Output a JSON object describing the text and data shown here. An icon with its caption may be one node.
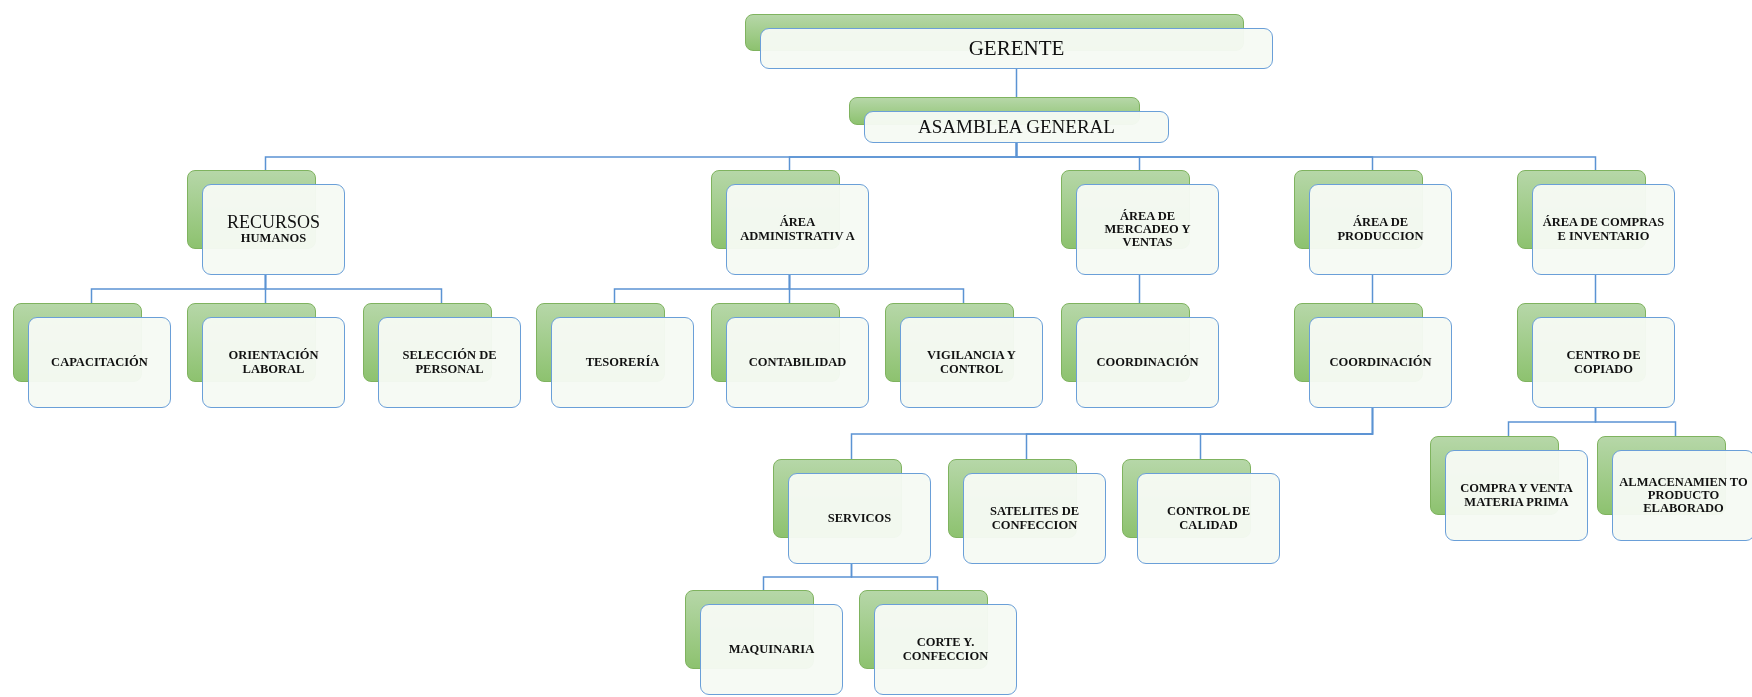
{
  "diagram": {
    "nodes": [
      {
        "text": [
          "GERENTE"
        ]
      },
      {
        "text": [
          "ASAMBLEA GENERAL"
        ]
      },
      {
        "text": [
          "RECURSOS",
          "HUMANOS"
        ]
      },
      {
        "text": [
          "ÁREA ADMINISTRATIV A"
        ]
      },
      {
        "text": [
          "ÁREA DE MERCADEO Y VENTAS"
        ]
      },
      {
        "text": [
          "ÁREA DE PRODUCCION"
        ]
      },
      {
        "text": [
          "ÁREA DE COMPRAS E INVENTARIO"
        ]
      },
      {
        "text": [
          "CAPACITACIÓN"
        ]
      },
      {
        "text": [
          "ORIENTACIÓN LABORAL"
        ]
      },
      {
        "text": [
          "SELECCIÓN DE PERSONAL"
        ]
      },
      {
        "text": [
          "TESORERÍA"
        ]
      },
      {
        "text": [
          "CONTABILIDAD"
        ]
      },
      {
        "text": [
          "VIGILANCIA Y CONTROL"
        ]
      },
      {
        "text": [
          "COORDINACIÓN"
        ]
      },
      {
        "text": [
          "COORDINACIÓN"
        ]
      },
      {
        "text": [
          "CENTRO DE COPIADO"
        ]
      },
      {
        "text": [
          "SERVICOS"
        ]
      },
      {
        "text": [
          "SATELITES DE CONFECCION"
        ]
      },
      {
        "text": [
          "CONTROL DE CALIDAD"
        ]
      },
      {
        "text": [
          "COMPRA Y VENTA MATERIA PRIMA"
        ]
      },
      {
        "text": [
          "ALMACENAMIEN TO PRODUCTO ELABORADO"
        ]
      },
      {
        "text": [
          "MAQUINARIA"
        ]
      },
      {
        "text": [
          "CORTE Y. CONFECCION"
        ]
      }
    ],
    "edges": [
      {
        "from": 0,
        "to": 1,
        "arrow": "none"
      },
      {
        "from": 1,
        "to": 2,
        "arrow": "none"
      },
      {
        "from": 1,
        "to": 3,
        "arrow": "none"
      },
      {
        "from": 1,
        "to": 4,
        "arrow": "none"
      },
      {
        "from": 1,
        "to": 5,
        "arrow": "none"
      },
      {
        "from": 1,
        "to": 6,
        "arrow": "none"
      },
      {
        "from": 2,
        "to": 7,
        "arrow": "none"
      },
      {
        "from": 2,
        "to": 8,
        "arrow": "none"
      },
      {
        "from": 2,
        "to": 9,
        "arrow": "none"
      },
      {
        "from": 3,
        "to": 10,
        "arrow": "none"
      },
      {
        "from": 3,
        "to": 11,
        "arrow": "none"
      },
      {
        "from": 3,
        "to": 12,
        "arrow": "none"
      },
      {
        "from": 4,
        "to": 13,
        "arrow": "none"
      },
      {
        "from": 5,
        "to": 14,
        "arrow": "none"
      },
      {
        "from": 6,
        "to": 15,
        "arrow": "none"
      },
      {
        "from": 14,
        "to": 16,
        "arrow": "none"
      },
      {
        "from": 14,
        "to": 17,
        "arrow": "none"
      },
      {
        "from": 14,
        "to": 18,
        "arrow": "none"
      },
      {
        "from": 15,
        "to": 19,
        "arrow": "none"
      },
      {
        "from": 15,
        "to": 20,
        "arrow": "none"
      },
      {
        "from": 16,
        "to": 21,
        "arrow": "none"
      },
      {
        "from": 16,
        "to": 22,
        "arrow": "none"
      }
    ]
  }
}
